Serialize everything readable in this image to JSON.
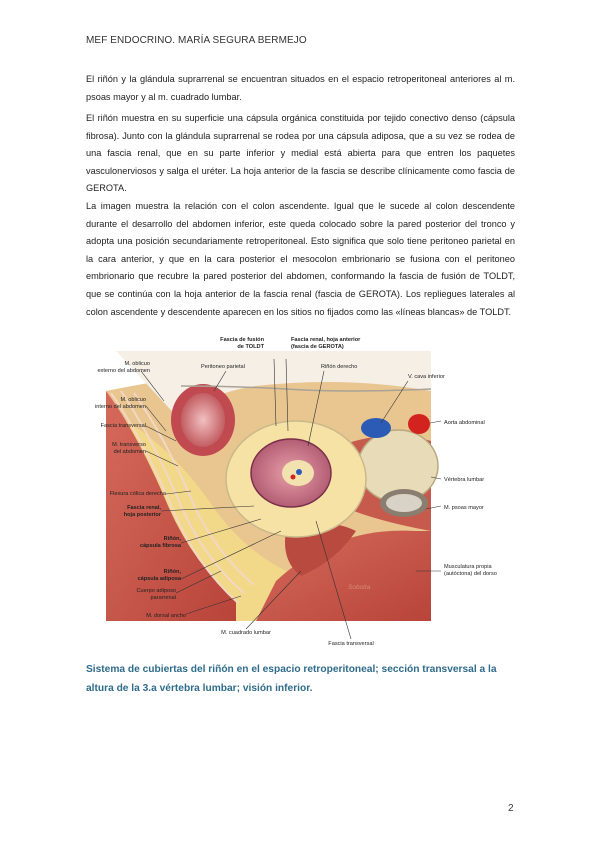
{
  "header": "MEF ENDOCRINO. MARÍA SEGURA BERMEJO",
  "paragraphs": [
    "El riñón y la glándula suprarrenal se encuentran situados en el espacio retroperitoneal anteriores al m. psoas mayor y al m. cuadrado lumbar.",
    "El riñón muestra en su superficie una cápsula orgánica constituida por tejido conectivo denso (cápsula fibrosa). Junto con la glándula suprarrenal se rodea por una cápsula adiposa, que a su vez se rodea de una fascia renal, que en su parte inferior y medial está abierta para que entren los paquetes vasculonerviosos y salga el uréter. La hoja anterior de la fascia se describe clínicamente como fascia de GEROTA.",
    "La imagen muestra la relación con el colon ascendente. Igual que le sucede al colon descendente durante el desarrollo del abdomen inferior, este queda colocado sobre la pared posterior del tronco y adopta una posición secundariamente retroperitoneal. Esto significa que solo tiene peritoneo parietal en la cara anterior, y que en la cara posterior el mesocolon embrionario se fusiona con el peritoneo embrionario que recubre la pared posterior del abdomen, conformando la fascia de fusión de TOLDT, que se continúa con la hoja anterior de la fascia renal (fascia de GEROTA). Los repliegues laterales al colon ascendente y descendente aparecen en los sitios no fijados como las «líneas blancas» de TOLDT."
  ],
  "figure": {
    "labels": {
      "fascia_toldt_1": "Fascia de fusión",
      "fascia_toldt_2": "de TOLDT",
      "fascia_renal_1": "Fascia renal, hoja anterior",
      "fascia_renal_2": "(fascia de GEROTA)",
      "m_oblicuo_ext_1": "M. oblicuo",
      "m_oblicuo_ext_2": "externo del abdomen",
      "peritoneo_parietal": "Peritoneo parietal",
      "rinon_derecho": "Riñón derecho",
      "v_cava": "V. cava inferior",
      "m_oblicuo_int_1": "M. oblicuo",
      "m_oblicuo_int_2": "interno del abdomen",
      "aorta": "Aorta abdominal",
      "fascia_transversal_left": "Fascia transversal",
      "m_transverso_1": "M. transverso",
      "m_transverso_2": "del abdomen",
      "vertebra": "Vértebra lumbar",
      "flexura": "Flexura cólica derecha",
      "fascia_post_1": "Fascia renal,",
      "fascia_post_2": "hoja posterior",
      "psoas": "M. psoas mayor",
      "capsula_fibrosa_1": "Riñón,",
      "capsula_fibrosa_2": "cápsula fibrosa",
      "capsula_adiposa_1": "Riñón,",
      "capsula_adiposa_2": "cápsula adiposa",
      "musculatura_1": "Musculatura propia",
      "musculatura_2": "(autóctona) del dorso",
      "cuerpo_adiposo_1": "Cuerpo adiposo",
      "cuerpo_adiposo_2": "pararrenal",
      "m_dorsal": "M. dorsal ancho",
      "cuadrado": "M. cuadrado lumbar",
      "fascia_transversal_bottom": "Fascia transversal",
      "watermark": "Sobotta"
    }
  },
  "caption": "Sistema de cubiertas del riñón en el espacio retroperitoneal; sección transversal a la altura de la 3.a vértebra lumbar; visión inferior.",
  "page_number": "2",
  "colors": {
    "caption": "#2f6b8a",
    "muscle": "#c8554a",
    "fat": "#f2d98a",
    "cava": "#2b5bb5",
    "aorta": "#d2231f"
  }
}
